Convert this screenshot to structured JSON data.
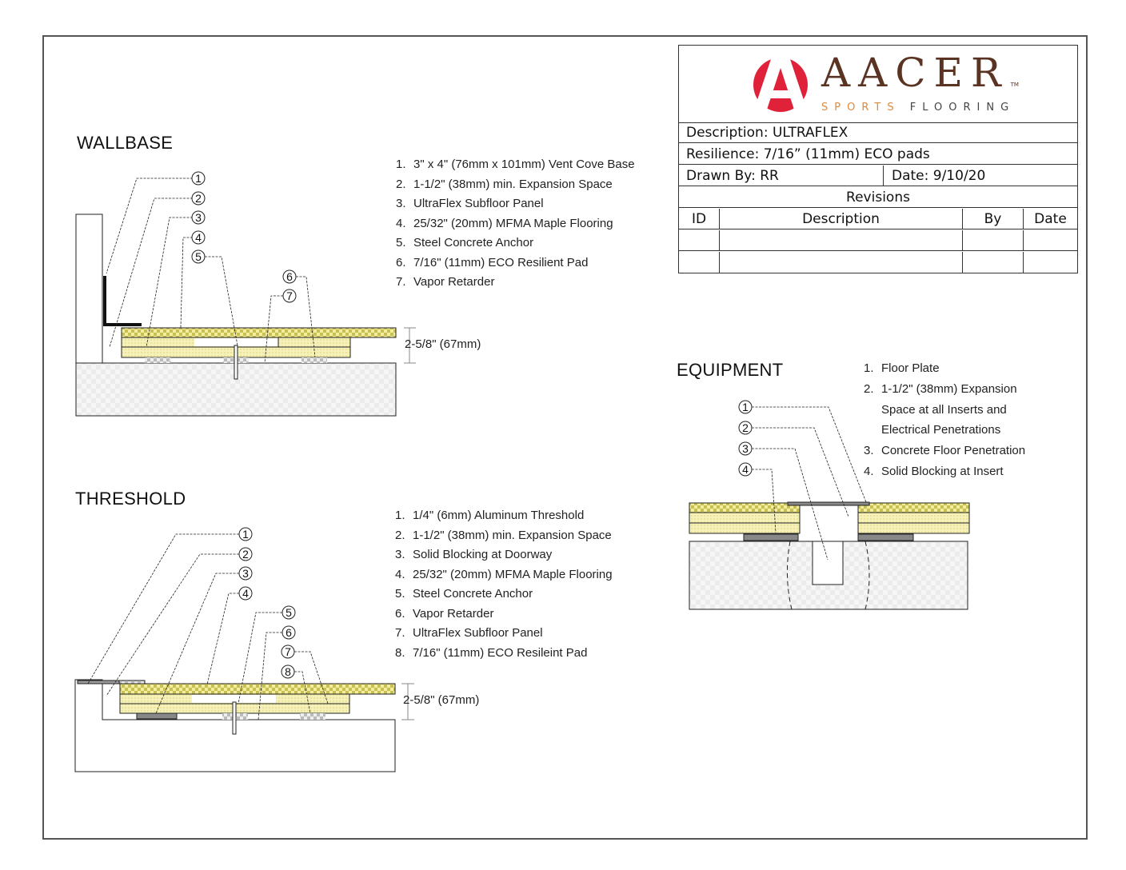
{
  "title_block": {
    "logo": {
      "brand": "AACER",
      "trademark": "TM",
      "tagline_a": "SPORTS",
      "tagline_b": "FLOORING"
    },
    "description": "Description: ULTRAFLEX",
    "resilience": "Resilience: 7/16” (11mm) ECO pads",
    "drawn_by": "Drawn By: RR",
    "date": "Date: 9/10/20",
    "revisions_title": "Revisions",
    "revision_columns": [
      "ID",
      "Description",
      "By",
      "Date"
    ],
    "revision_rows": [
      [
        "",
        "",
        "",
        ""
      ],
      [
        "",
        "",
        "",
        ""
      ]
    ]
  },
  "colors": {
    "logo_red": "#e0213a",
    "brand_brown": "#5a3322",
    "tagline_orange": "#e08a3a",
    "maple": "#d9d265",
    "subfloor": "#f6f1b9"
  },
  "wallbase": {
    "title": "WALLBASE",
    "notes": [
      {
        "n": "1.",
        "text": "3\" x 4\" (76mm x 101mm) Vent Cove Base"
      },
      {
        "n": "2.",
        "text": "1-1/2\" (38mm) min. Expansion Space"
      },
      {
        "n": "3.",
        "text": "UltraFlex Subfloor Panel"
      },
      {
        "n": "4.",
        "text": "25/32\" (20mm) MFMA Maple Flooring"
      },
      {
        "n": "5.",
        "text": "Steel Concrete Anchor"
      },
      {
        "n": "6.",
        "text": "7/16\" (11mm) ECO Resilient Pad"
      },
      {
        "n": "7.",
        "text": "Vapor Retarder"
      }
    ],
    "callouts": [
      "1",
      "2",
      "3",
      "4",
      "5",
      "6",
      "7"
    ],
    "dimension": "2-5/8\" (67mm)"
  },
  "threshold": {
    "title": "THRESHOLD",
    "notes": [
      {
        "n": "1.",
        "text": "1/4\" (6mm) Aluminum Threshold"
      },
      {
        "n": "2.",
        "text": "1-1/2\" (38mm) min. Expansion Space"
      },
      {
        "n": "3.",
        "text": "Solid Blocking at Doorway"
      },
      {
        "n": "4.",
        "text": "25/32\" (20mm) MFMA Maple Flooring"
      },
      {
        "n": "5.",
        "text": "Steel Concrete Anchor"
      },
      {
        "n": "6.",
        "text": "Vapor Retarder"
      },
      {
        "n": "7.",
        "text": "UltraFlex Subfloor Panel"
      },
      {
        "n": "8.",
        "text": "7/16\" (11mm) ECO Resileint Pad"
      }
    ],
    "callouts": [
      "1",
      "2",
      "3",
      "4",
      "5",
      "6",
      "7",
      "8"
    ],
    "dimension": "2-5/8\" (67mm)"
  },
  "equipment": {
    "title": "EQUIPMENT",
    "notes": [
      {
        "n": "1.",
        "text": "Floor Plate"
      },
      {
        "n": "2.",
        "text": "1-1/2\" (38mm) Expansion"
      },
      {
        "n": "",
        "text": "Space at all Inserts and"
      },
      {
        "n": "",
        "text": "Electrical Penetrations"
      },
      {
        "n": "3.",
        "text": "Concrete Floor Penetration"
      },
      {
        "n": "4.",
        "text": "Solid Blocking at Insert"
      }
    ],
    "callouts": [
      "1",
      "2",
      "3",
      "4"
    ]
  }
}
